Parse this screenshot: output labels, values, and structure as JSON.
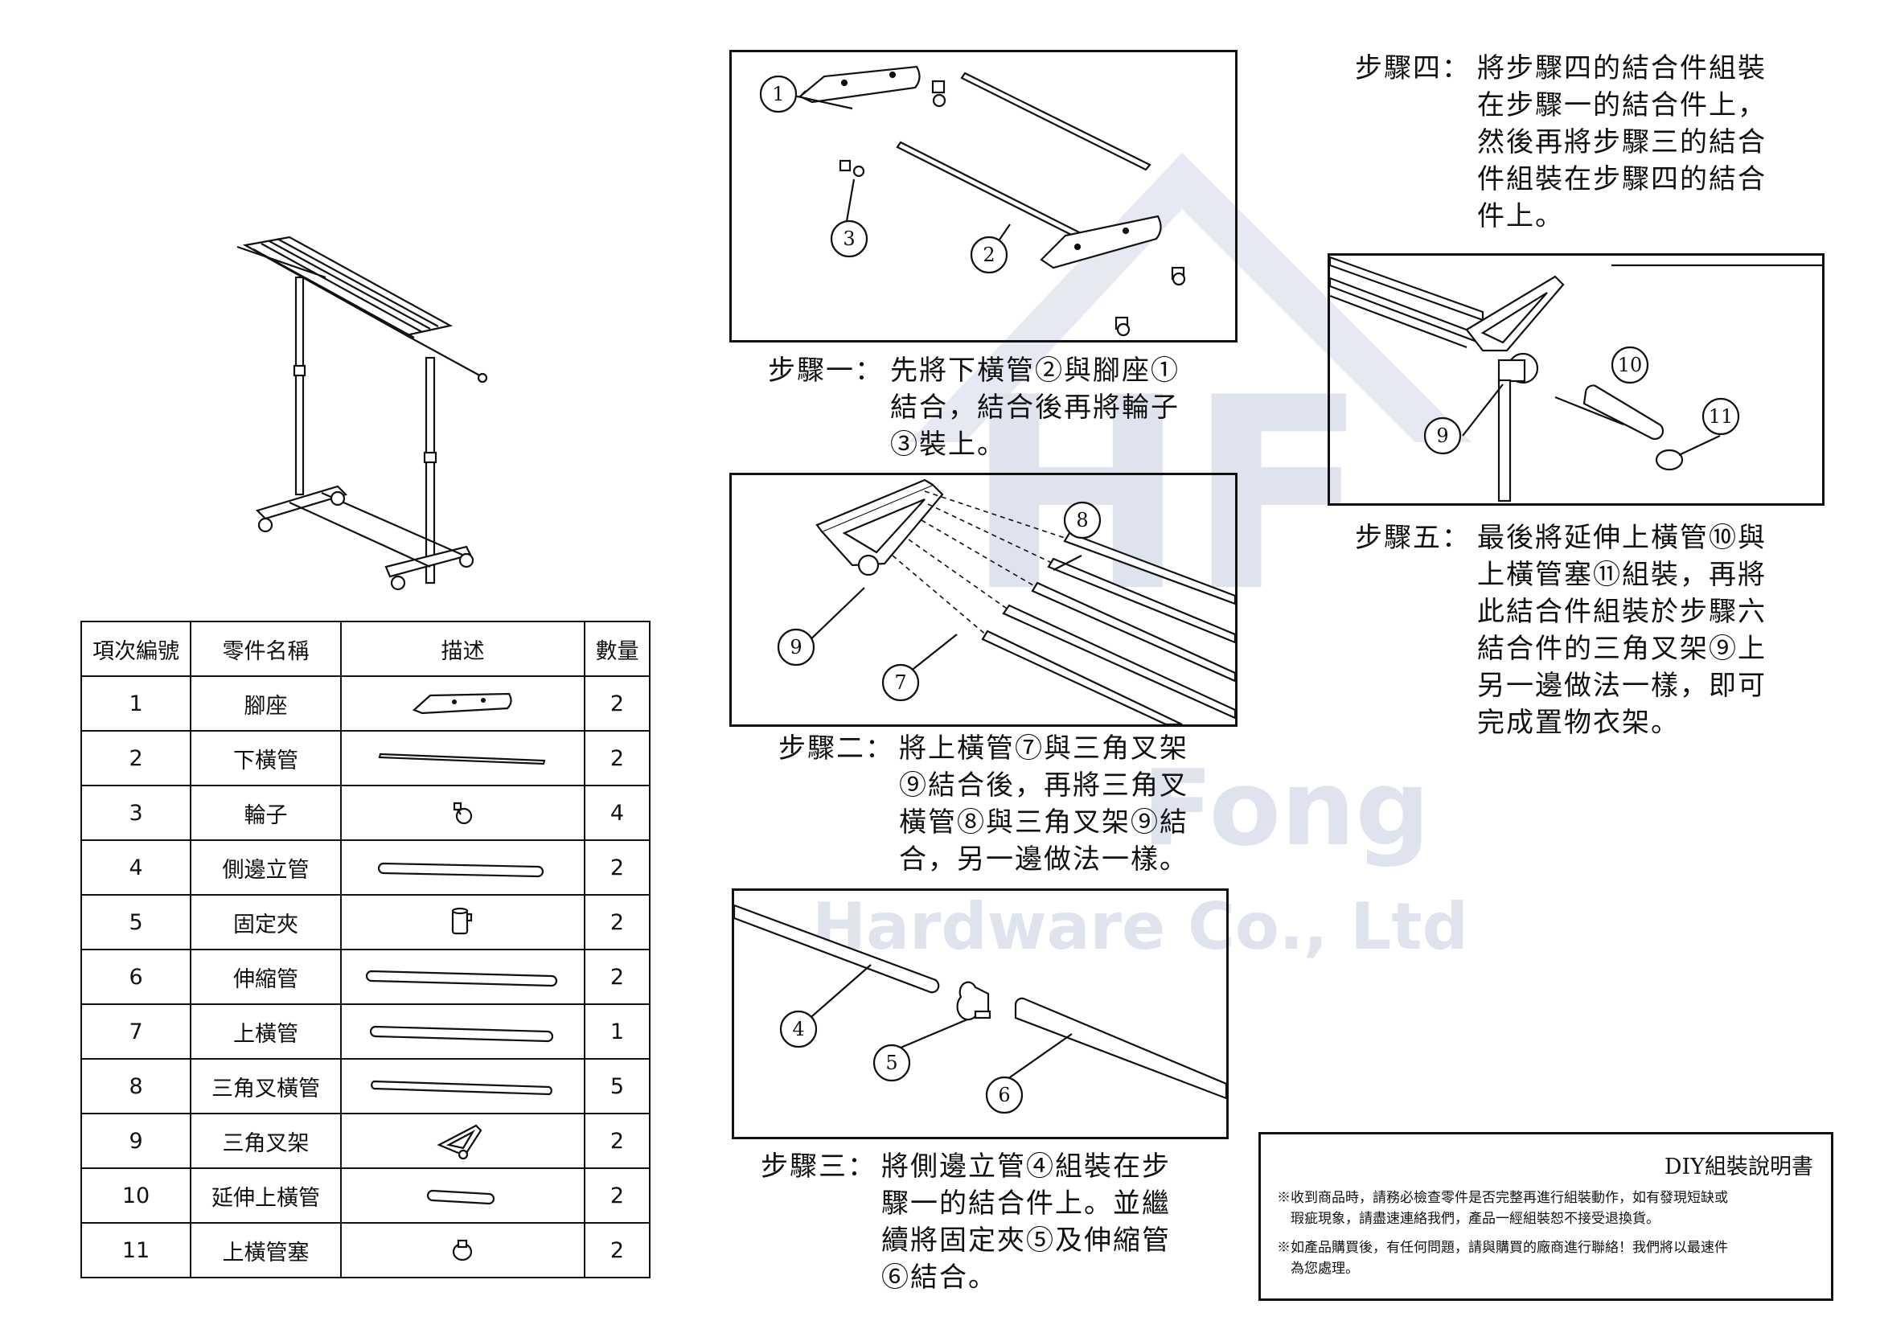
{
  "watermark": {
    "letters": "HF",
    "line1": "Fong",
    "line2": "Hardware Co., Ltd"
  },
  "table": {
    "headers": [
      "項次編號",
      "零件名稱",
      "描述",
      "數量"
    ],
    "rows": [
      {
        "no": "1",
        "name": "腳座",
        "qty": "2",
        "icon": "foot-base-icon"
      },
      {
        "no": "2",
        "name": "下橫管",
        "qty": "2",
        "icon": "lower-tube-icon"
      },
      {
        "no": "3",
        "name": "輪子",
        "qty": "4",
        "icon": "wheel-icon"
      },
      {
        "no": "4",
        "name": "側邊立管",
        "qty": "2",
        "icon": "side-tube-icon"
      },
      {
        "no": "5",
        "name": "固定夾",
        "qty": "2",
        "icon": "clamp-icon"
      },
      {
        "no": "6",
        "name": "伸縮管",
        "qty": "2",
        "icon": "telescopic-tube-icon"
      },
      {
        "no": "7",
        "name": "上橫管",
        "qty": "1",
        "icon": "upper-tube-icon"
      },
      {
        "no": "8",
        "name": "三角叉橫管",
        "qty": "5",
        "icon": "fork-tube-icon"
      },
      {
        "no": "9",
        "name": "三角叉架",
        "qty": "2",
        "icon": "triangle-bracket-icon"
      },
      {
        "no": "10",
        "name": "延伸上橫管",
        "qty": "2",
        "icon": "extension-tube-icon"
      },
      {
        "no": "11",
        "name": "上橫管塞",
        "qty": "2",
        "icon": "tube-plug-icon"
      }
    ]
  },
  "steps": {
    "one": {
      "head": "步驟一：",
      "lines": [
        "先將下橫管②與腳座①",
        "結合，結合後再將輪子",
        "③裝上。"
      ]
    },
    "two": {
      "head": "步驟二：",
      "lines": [
        "將上橫管⑦與三角叉架",
        "⑨結合後，再將三角叉",
        "橫管⑧與三角叉架⑨結",
        "合，另一邊做法一樣。"
      ]
    },
    "three": {
      "head": "步驟三：",
      "lines": [
        "將側邊立管④組裝在步",
        "驟一的結合件上。並繼",
        "續將固定夾⑤及伸縮管",
        "⑥結合。"
      ]
    },
    "four": {
      "head": "步驟四：",
      "lines": [
        "將步驟四的結合件組裝",
        "在步驟一的結合件上，",
        "然後再將步驟三的結合",
        "件組裝在步驟四的結合",
        "件上。"
      ]
    },
    "five": {
      "head": "步驟五：",
      "lines": [
        "最後將延伸上橫管⑩與",
        "上橫管塞⑪組裝，再將",
        "此結合件組裝於步驟六",
        "結合件的三角叉架⑨上",
        "另一邊做法一樣，即可",
        "完成置物衣架。"
      ]
    }
  },
  "callouts": {
    "panel1": [
      "1",
      "3",
      "2"
    ],
    "panel2": [
      "8",
      "9",
      "7"
    ],
    "panel3": [
      "4",
      "5",
      "6"
    ],
    "panel5": [
      "10",
      "9",
      "11"
    ]
  },
  "notice": {
    "title": "DIY組裝說明書",
    "line1a": "※收到商品時，請務必檢查零件是否完整再進行組裝動作，如有發現短缺或",
    "line1b": "　瑕疵現象，請盡速連絡我們，產品一經組裝恕不接受退換貨。",
    "line2a": "※如產品購買後，有任何問題，請與購買的廠商進行聯絡！我們將以最速件",
    "line2b": "　為您處理。"
  }
}
